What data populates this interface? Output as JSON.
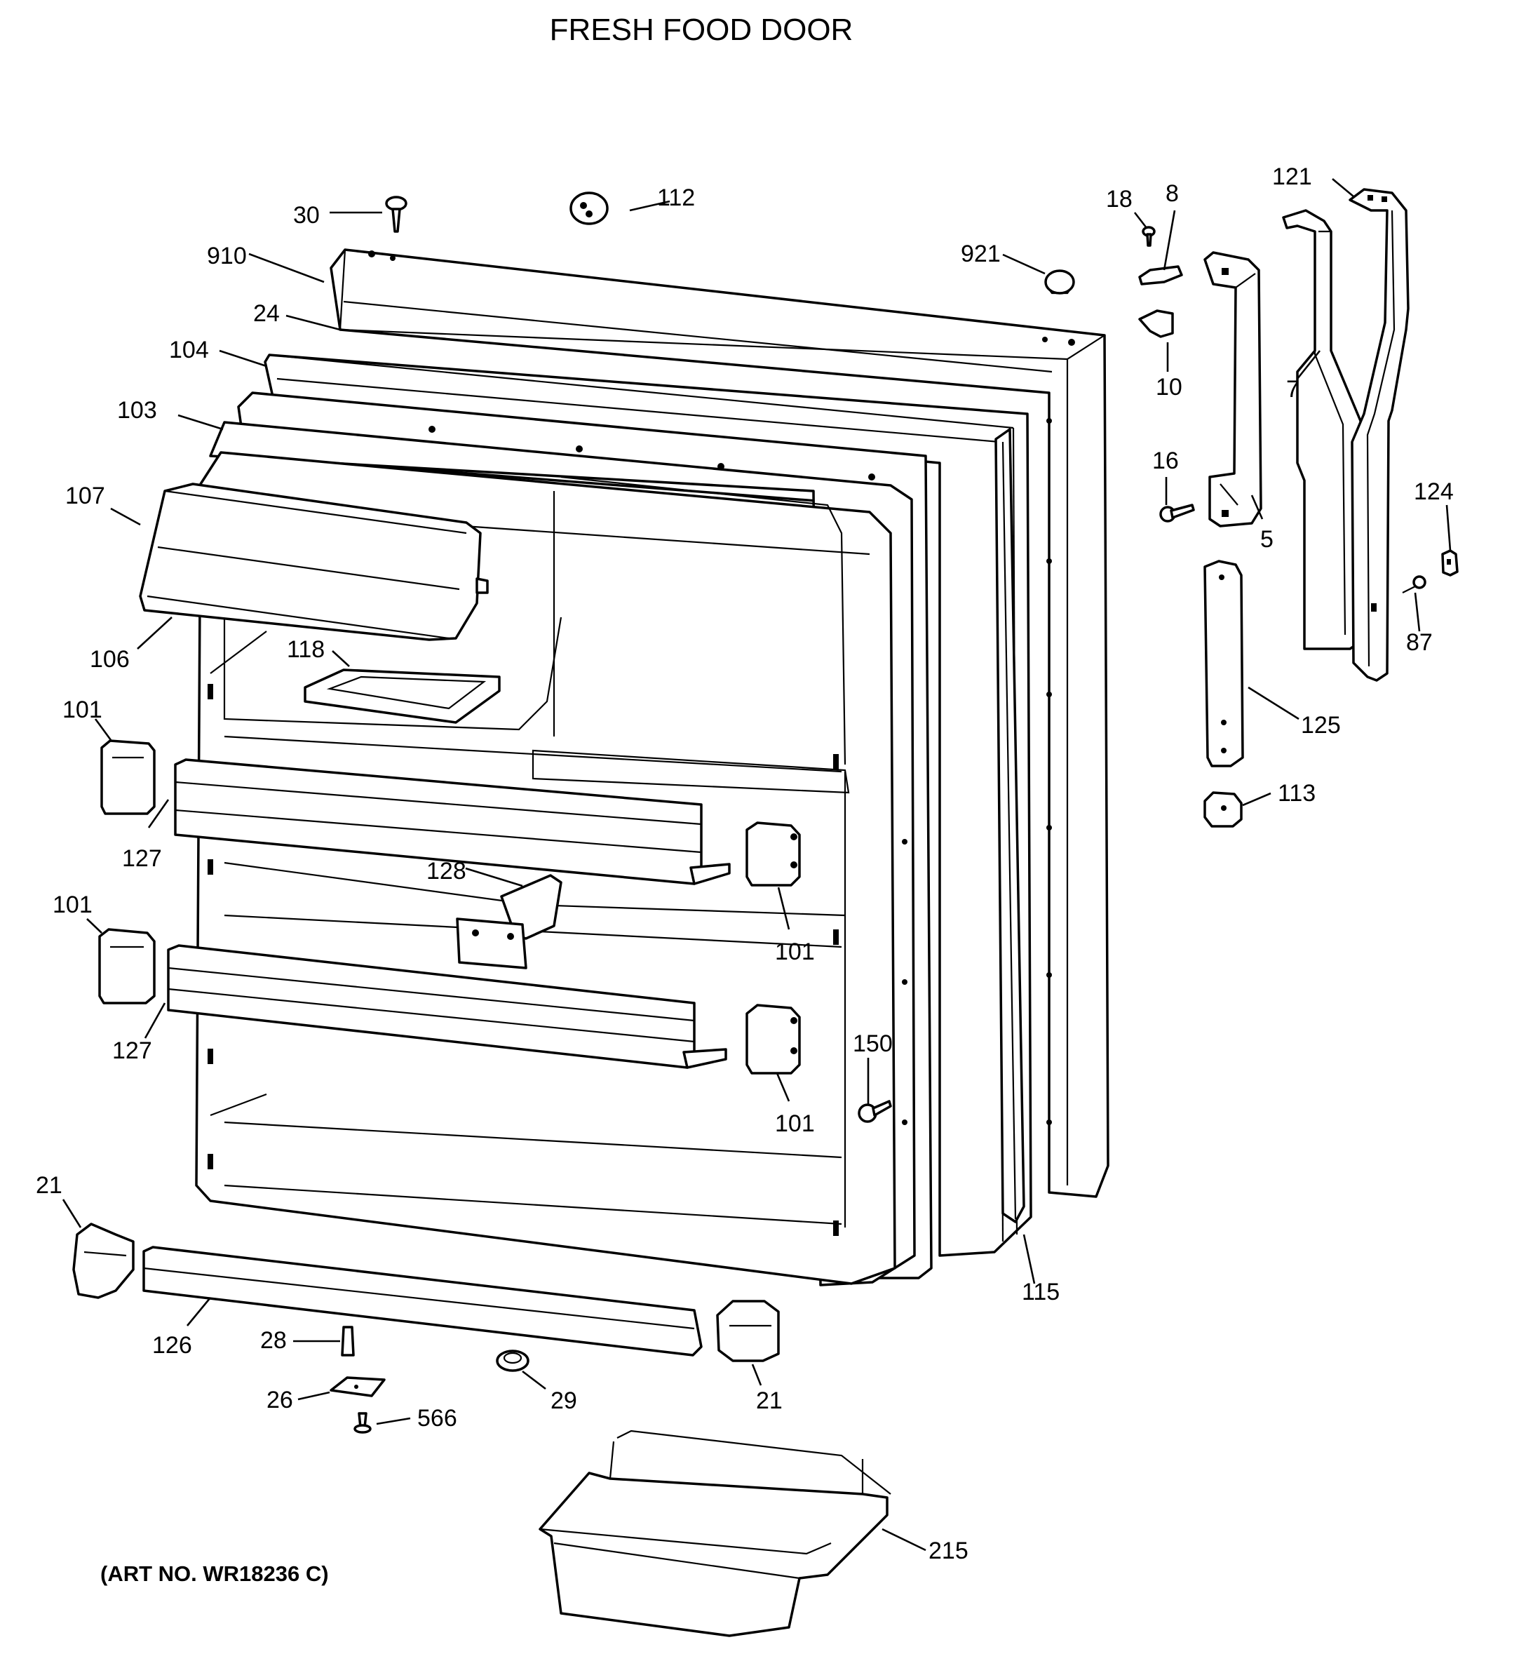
{
  "title": "FRESH FOOD DOOR",
  "art_number": "(ART NO. WR18236 C)",
  "callouts": [
    {
      "id": "c30",
      "label": "30"
    },
    {
      "id": "c112",
      "label": "112"
    },
    {
      "id": "c910",
      "label": "910"
    },
    {
      "id": "c24",
      "label": "24"
    },
    {
      "id": "c104",
      "label": "104"
    },
    {
      "id": "c103",
      "label": "103"
    },
    {
      "id": "c107",
      "label": "107"
    },
    {
      "id": "c106",
      "label": "106"
    },
    {
      "id": "c118",
      "label": "118"
    },
    {
      "id": "c101a",
      "label": "101"
    },
    {
      "id": "c127a",
      "label": "127"
    },
    {
      "id": "c128",
      "label": "128"
    },
    {
      "id": "c101b",
      "label": "101"
    },
    {
      "id": "c101c",
      "label": "101"
    },
    {
      "id": "c127b",
      "label": "127"
    },
    {
      "id": "c101d",
      "label": "101"
    },
    {
      "id": "c150",
      "label": "150"
    },
    {
      "id": "c21a",
      "label": "21"
    },
    {
      "id": "c126",
      "label": "126"
    },
    {
      "id": "c28",
      "label": "28"
    },
    {
      "id": "c26",
      "label": "26"
    },
    {
      "id": "c566",
      "label": "566"
    },
    {
      "id": "c29",
      "label": "29"
    },
    {
      "id": "c21b",
      "label": "21"
    },
    {
      "id": "c215",
      "label": "215"
    },
    {
      "id": "c115",
      "label": "115"
    },
    {
      "id": "c921",
      "label": "921"
    },
    {
      "id": "c18",
      "label": "18"
    },
    {
      "id": "c8",
      "label": "8"
    },
    {
      "id": "c10",
      "label": "10"
    },
    {
      "id": "c16",
      "label": "16"
    },
    {
      "id": "c5",
      "label": "5"
    },
    {
      "id": "c121",
      "label": "121"
    },
    {
      "id": "c7",
      "label": "7"
    },
    {
      "id": "c124",
      "label": "124"
    },
    {
      "id": "c87",
      "label": "87"
    },
    {
      "id": "c125",
      "label": "125"
    },
    {
      "id": "c113",
      "label": "113"
    }
  ]
}
